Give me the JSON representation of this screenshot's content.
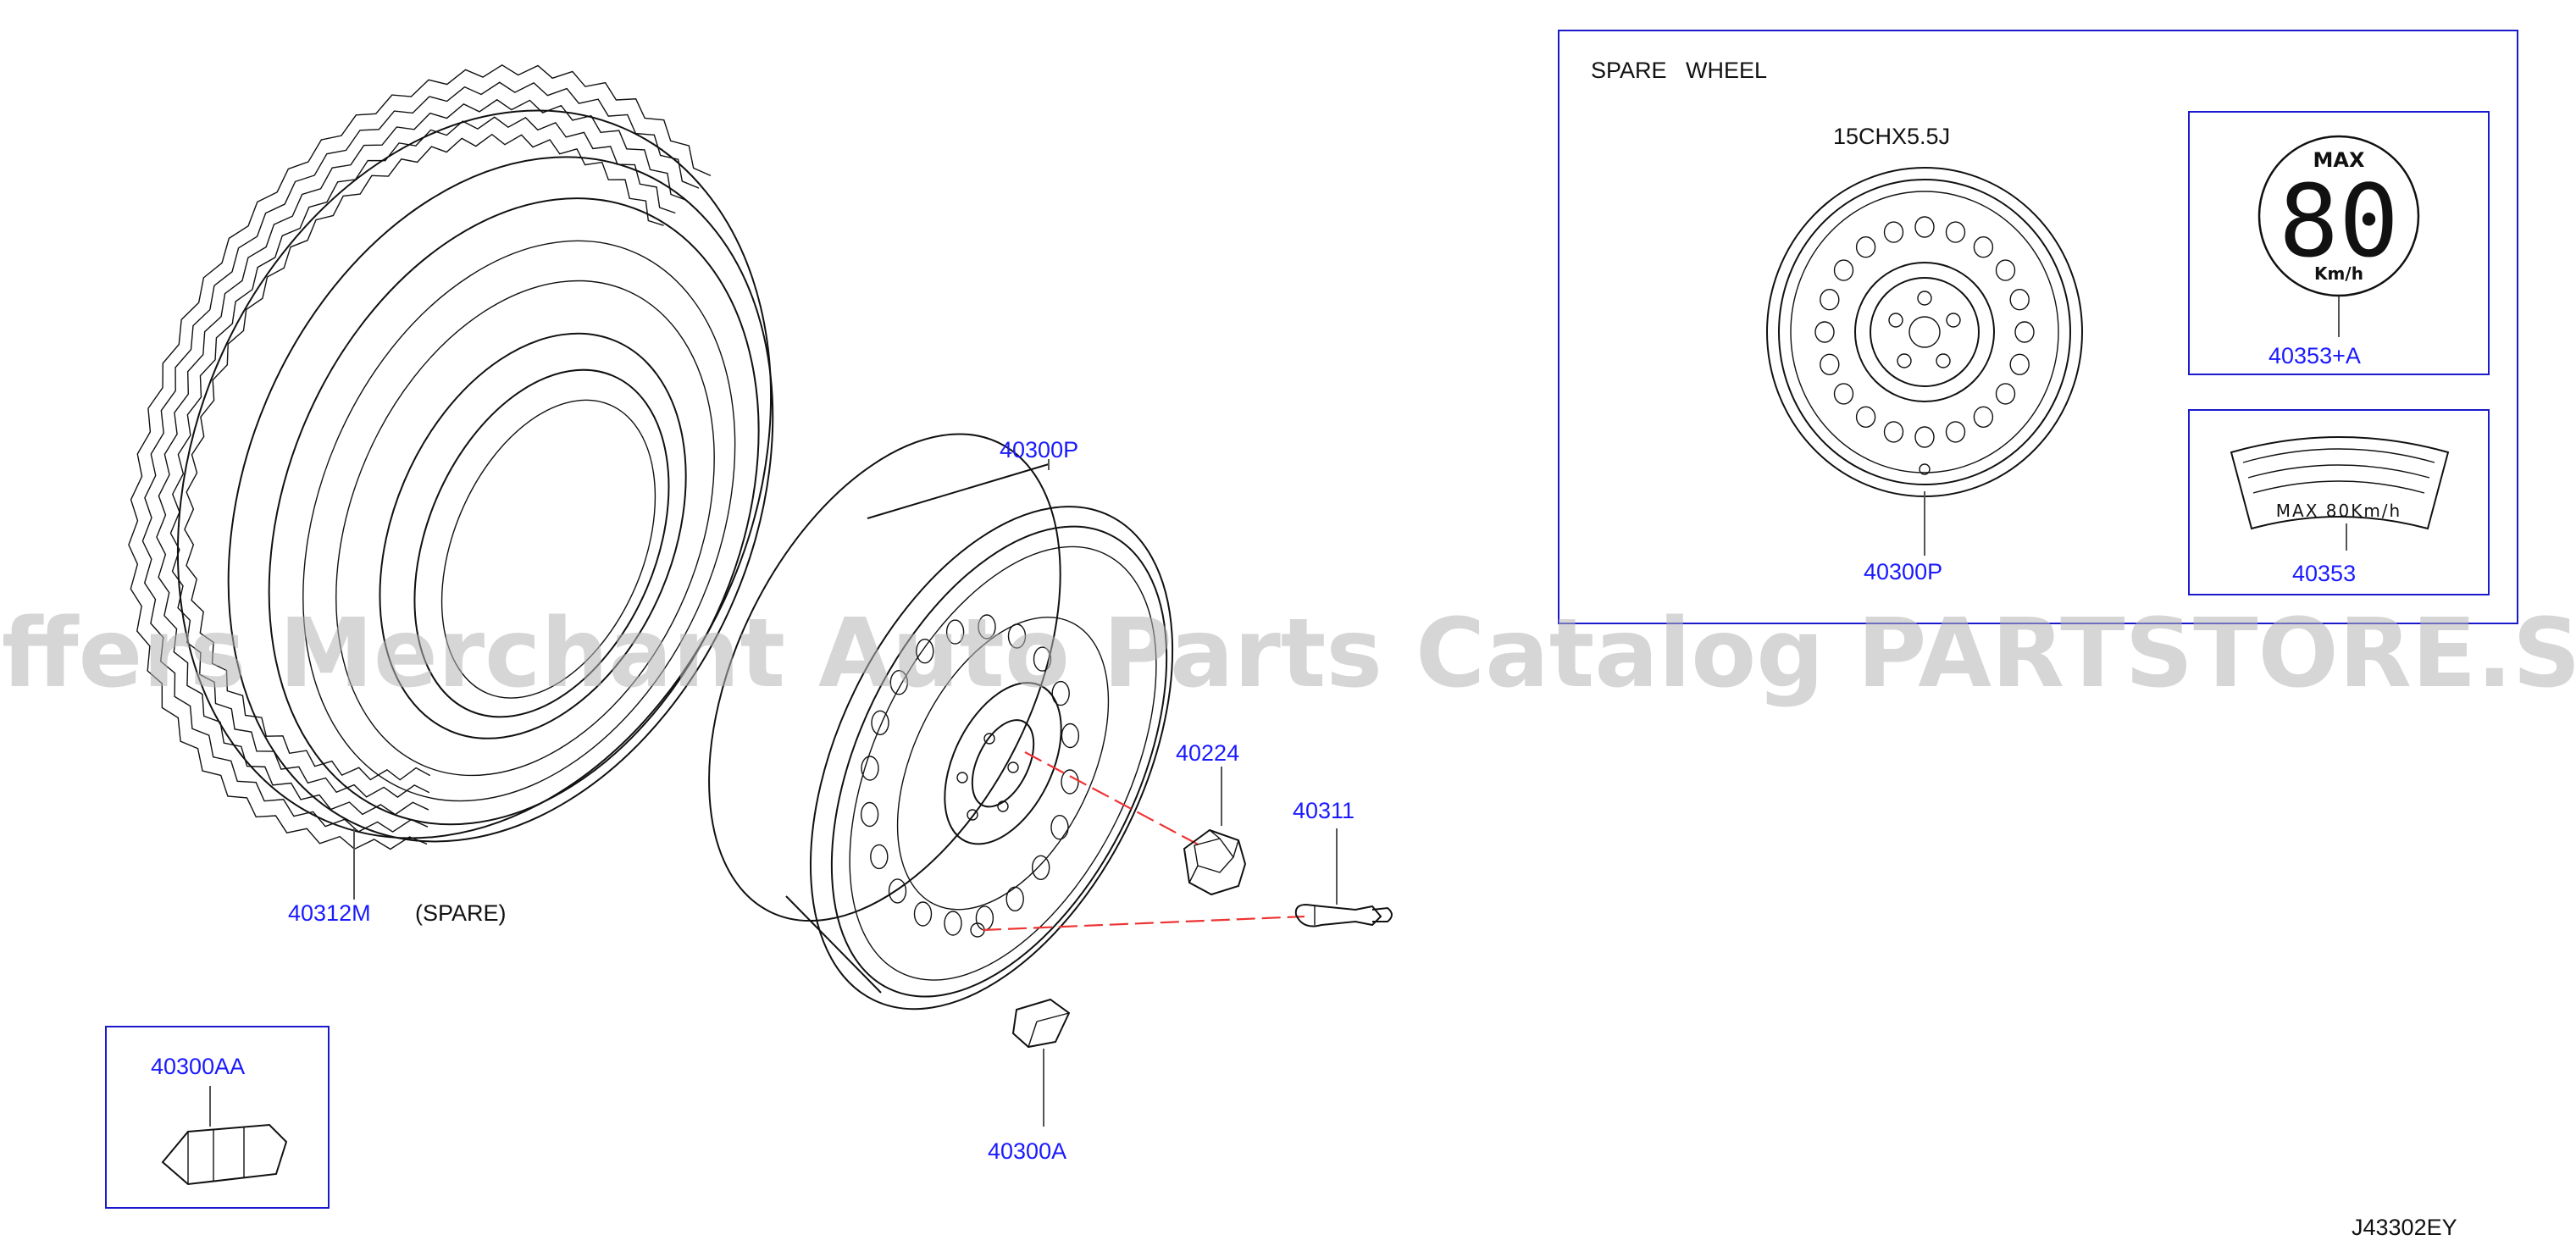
{
  "watermark": "Offers Merchant Auto Parts Catalog PARTSTORE.SA",
  "diagram_code": "J43302EY",
  "inset": {
    "title": "SPARE   WHEEL",
    "wheel_size": "15CHX5.5J",
    "wheel_part": "40300P",
    "speed_sign": {
      "max": "MAX",
      "speed": "80",
      "unit": "Km/h",
      "part": "40353+A"
    },
    "label_card": {
      "text": "MAX 80Km/h",
      "part": "40353"
    }
  },
  "parts": {
    "tire": "40312M",
    "tire_note": "(SPARE)",
    "wheel": "40300P",
    "nut": "40224",
    "valve": "40311",
    "weight": "40300A",
    "weight_kit": "40300AA"
  },
  "colors": {
    "part_number": "#1a1aff",
    "inset_frame": "#1a1acc",
    "leader_red": "#e33333"
  }
}
